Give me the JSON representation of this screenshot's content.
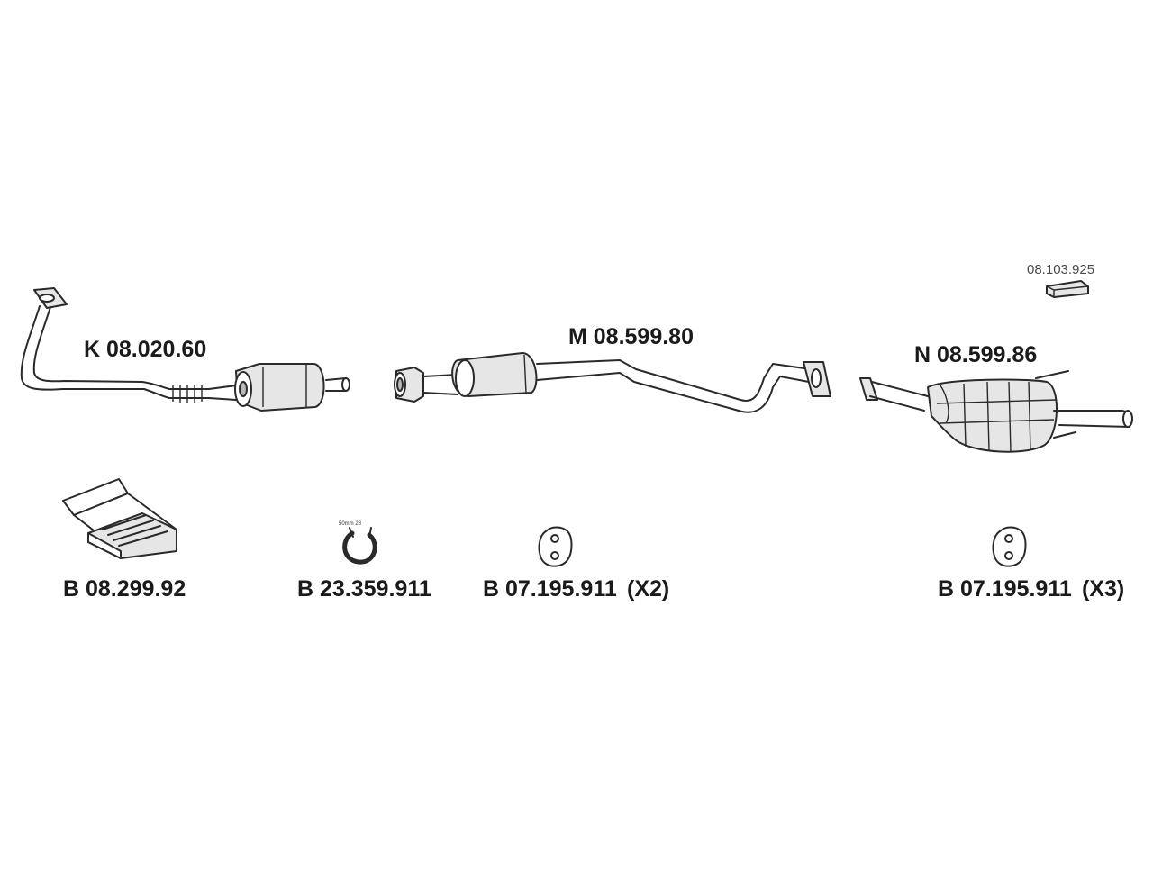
{
  "parts": {
    "front_pipe": {
      "label": "K 08.020.60"
    },
    "middle_silencer": {
      "label": "M 08.599.80"
    },
    "rear_silencer": {
      "label": "N 08.599.86"
    },
    "bracket_part": {
      "label": "08.103.925"
    },
    "mounting_kit": {
      "label": "B 08.299.92"
    },
    "clamp": {
      "label": "B 23.359.911",
      "size_text": "50mm 28"
    },
    "rubber_hanger_middle": {
      "label": "B 07.195.911",
      "qty": "(X2)"
    },
    "rubber_hanger_rear": {
      "label": "B 07.195.911",
      "qty": "(X3)"
    }
  }
}
